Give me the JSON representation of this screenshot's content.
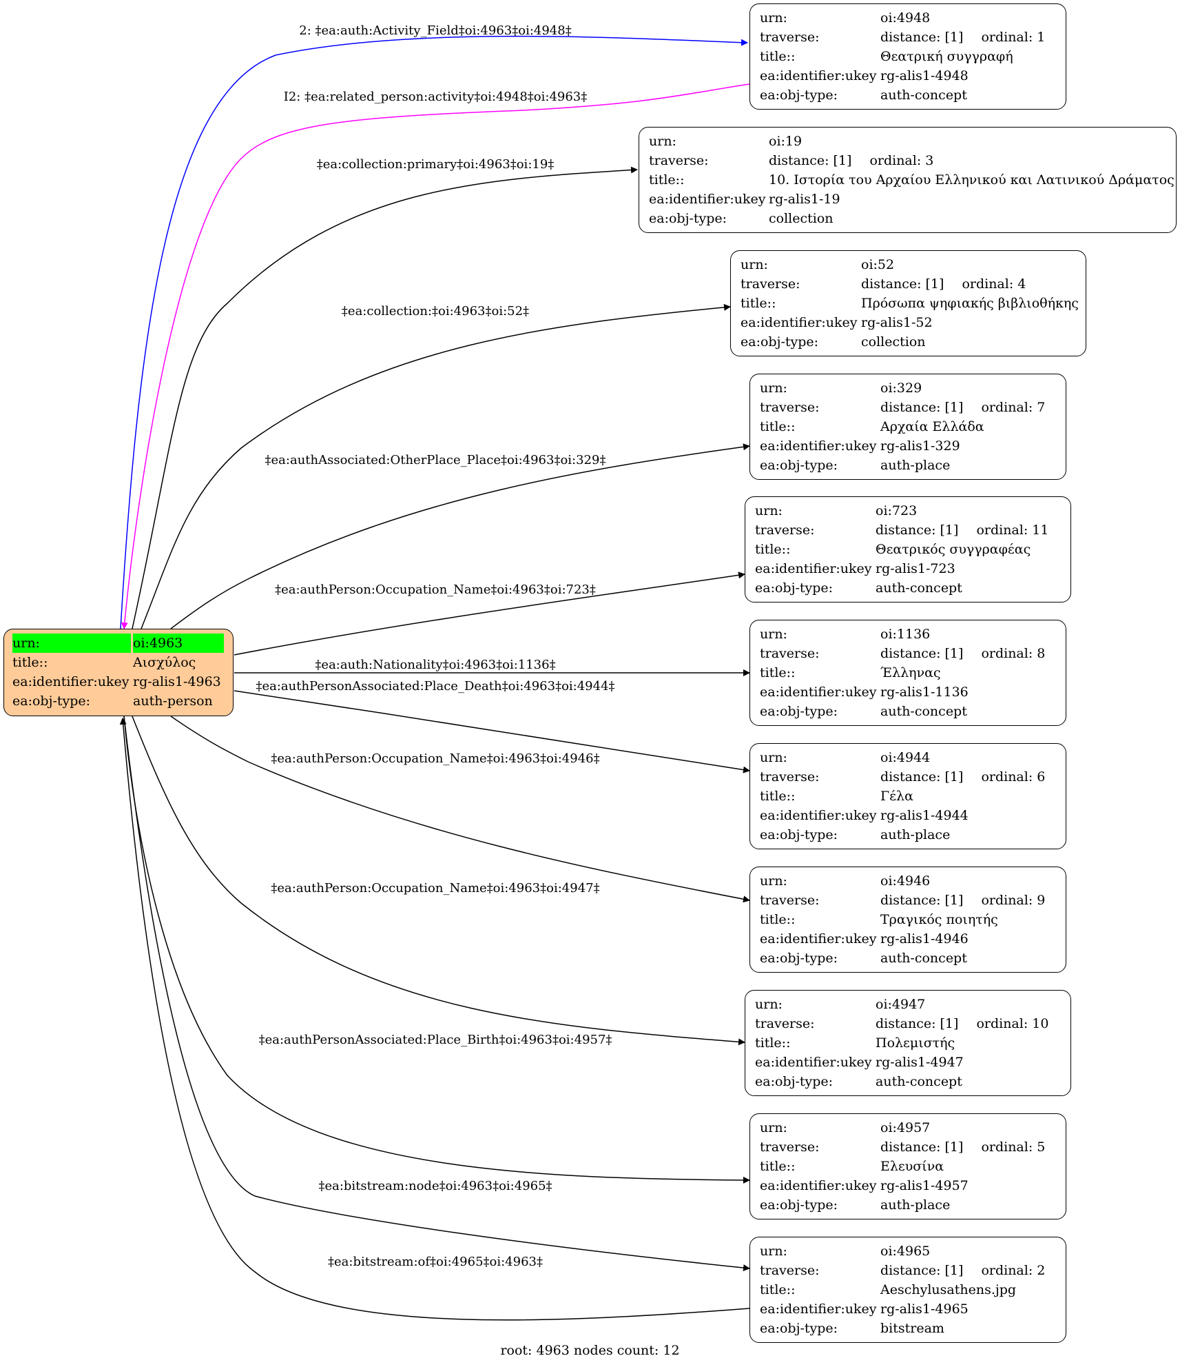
{
  "root": {
    "urn_label": "urn:",
    "urn": "oi:4963",
    "title_label": "title::",
    "title": "Αισχύλος",
    "ukey_label": "ea:identifier:ukey",
    "ukey": "rg-alis1-4963",
    "objtype_label": "ea:obj-type:",
    "objtype": "auth-person"
  },
  "labels": {
    "urn": "urn:",
    "traverse": "traverse:",
    "title": "title::",
    "ukey": "ea:identifier:ukey",
    "objtype": "ea:obj-type:",
    "distance": "distance: [1]"
  },
  "nodes": [
    {
      "urn": "oi:4948",
      "ordinal": "ordinal: 1",
      "title": "Θεατρική συγγραφή",
      "ukey": "rg-alis1-4948",
      "objtype": "auth-concept"
    },
    {
      "urn": "oi:19",
      "ordinal": "ordinal: 3",
      "title": "10. Ιστορία του Αρχαίου Ελληνικού και Λατινικού Δράματος",
      "ukey": "rg-alis1-19",
      "objtype": "collection"
    },
    {
      "urn": "oi:52",
      "ordinal": "ordinal: 4",
      "title": "Πρόσωπα ψηφιακής βιβλιοθήκης",
      "ukey": "rg-alis1-52",
      "objtype": "collection"
    },
    {
      "urn": "oi:329",
      "ordinal": "ordinal: 7",
      "title": "Αρχαία Ελλάδα",
      "ukey": "rg-alis1-329",
      "objtype": "auth-place"
    },
    {
      "urn": "oi:723",
      "ordinal": "ordinal: 11",
      "title": "Θεατρικός συγγραφέας",
      "ukey": "rg-alis1-723",
      "objtype": "auth-concept"
    },
    {
      "urn": "oi:1136",
      "ordinal": "ordinal: 8",
      "title": "Έλληνας",
      "ukey": "rg-alis1-1136",
      "objtype": "auth-concept"
    },
    {
      "urn": "oi:4944",
      "ordinal": "ordinal: 6",
      "title": "Γέλα",
      "ukey": "rg-alis1-4944",
      "objtype": "auth-place"
    },
    {
      "urn": "oi:4946",
      "ordinal": "ordinal: 9",
      "title": "Τραγικός ποιητής",
      "ukey": "rg-alis1-4946",
      "objtype": "auth-concept"
    },
    {
      "urn": "oi:4947",
      "ordinal": "ordinal: 10",
      "title": "Πολεμιστής",
      "ukey": "rg-alis1-4947",
      "objtype": "auth-concept"
    },
    {
      "urn": "oi:4957",
      "ordinal": "ordinal: 5",
      "title": "Ελευσίνα",
      "ukey": "rg-alis1-4957",
      "objtype": "auth-place"
    },
    {
      "urn": "oi:4965",
      "ordinal": "ordinal: 2",
      "title": "Aeschylusathens.jpg",
      "ukey": "rg-alis1-4965",
      "objtype": "bitstream"
    }
  ],
  "edges": [
    {
      "label": "2: ‡ea:auth:Activity_Field‡oi:4963‡oi:4948‡",
      "color": "#0000ff"
    },
    {
      "label": "I2: ‡ea:related_person:activity‡oi:4948‡oi:4963‡",
      "color": "#ff00ff"
    },
    {
      "label": "‡ea:collection:primary‡oi:4963‡oi:19‡",
      "color": "#000000"
    },
    {
      "label": "‡ea:collection:‡oi:4963‡oi:52‡",
      "color": "#000000"
    },
    {
      "label": "‡ea:authAssociated:OtherPlace_Place‡oi:4963‡oi:329‡",
      "color": "#000000"
    },
    {
      "label": "‡ea:authPerson:Occupation_Name‡oi:4963‡oi:723‡",
      "color": "#000000"
    },
    {
      "label": "‡ea:auth:Nationality‡oi:4963‡oi:1136‡",
      "color": "#000000"
    },
    {
      "label": "‡ea:authPersonAssociated:Place_Death‡oi:4963‡oi:4944‡",
      "color": "#000000"
    },
    {
      "label": "‡ea:authPerson:Occupation_Name‡oi:4963‡oi:4946‡",
      "color": "#000000"
    },
    {
      "label": "‡ea:authPerson:Occupation_Name‡oi:4963‡oi:4947‡",
      "color": "#000000"
    },
    {
      "label": "‡ea:authPersonAssociated:Place_Birth‡oi:4963‡oi:4957‡",
      "color": "#000000"
    },
    {
      "label": "‡ea:bitstream:node‡oi:4963‡oi:4965‡",
      "color": "#000000"
    },
    {
      "label": "‡ea:bitstream:of‡oi:4965‡oi:4963‡",
      "color": "#000000"
    }
  ],
  "footer": "root: 4963 nodes count: 12"
}
